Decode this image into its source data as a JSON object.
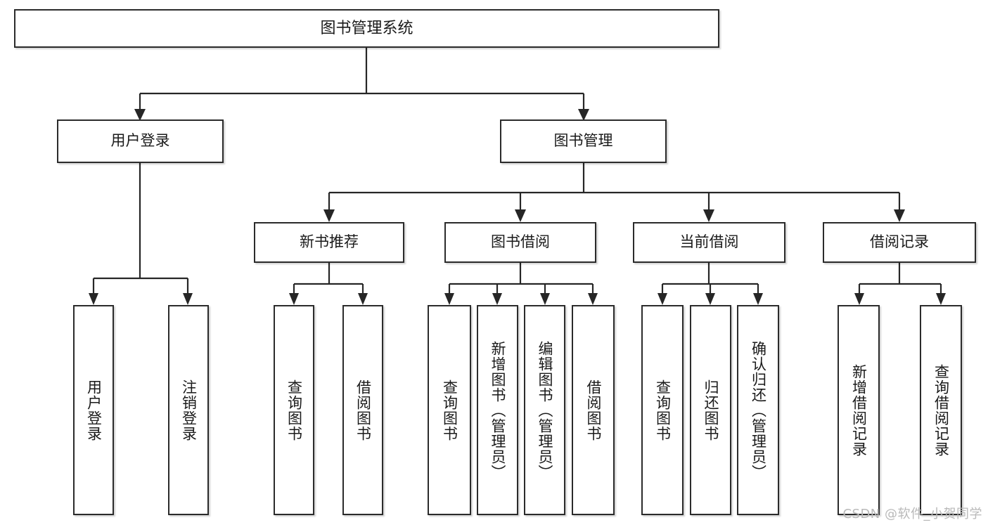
{
  "diagram": {
    "title": "图书管理系统",
    "type": "hierarchy-tree",
    "root": {
      "id": "root",
      "label": "图书管理系统"
    },
    "level2": [
      {
        "id": "user-login",
        "label": "用户登录"
      },
      {
        "id": "book-manage",
        "label": "图书管理"
      }
    ],
    "level3": [
      {
        "id": "new-book-recommend",
        "label": "新书推荐",
        "parent": "book-manage"
      },
      {
        "id": "book-borrow",
        "label": "图书借阅",
        "parent": "book-manage"
      },
      {
        "id": "current-borrow",
        "label": "当前借阅",
        "parent": "book-manage"
      },
      {
        "id": "borrow-record",
        "label": "借阅记录",
        "parent": "book-manage"
      }
    ],
    "leaves": [
      {
        "id": "leaf-user-login",
        "label": "用户登录",
        "parent": "user-login"
      },
      {
        "id": "leaf-user-logout",
        "label": "注销登录",
        "parent": "user-login"
      },
      {
        "id": "leaf-query-book-1",
        "label": "查询图书",
        "parent": "new-book-recommend"
      },
      {
        "id": "leaf-borrow-book-1",
        "label": "借阅图书",
        "parent": "new-book-recommend"
      },
      {
        "id": "leaf-query-book-2",
        "label": "查询图书",
        "parent": "book-borrow"
      },
      {
        "id": "leaf-add-book",
        "label": "新增图书（管理员）",
        "parent": "book-borrow"
      },
      {
        "id": "leaf-edit-book",
        "label": "编辑图书（管理员）",
        "parent": "book-borrow"
      },
      {
        "id": "leaf-borrow-book-2",
        "label": "借阅图书",
        "parent": "book-borrow"
      },
      {
        "id": "leaf-query-book-3",
        "label": "查询图书",
        "parent": "current-borrow"
      },
      {
        "id": "leaf-return-book",
        "label": "归还图书",
        "parent": "current-borrow"
      },
      {
        "id": "leaf-confirm-return",
        "label": "确认归还（管理员）",
        "parent": "current-borrow"
      },
      {
        "id": "leaf-add-record",
        "label": "新增借阅记录",
        "parent": "borrow-record"
      },
      {
        "id": "leaf-query-record",
        "label": "查询借阅记录",
        "parent": "borrow-record"
      }
    ]
  },
  "watermark": {
    "text": "CSDN @软件_小贺同学"
  },
  "colors": {
    "box_border": "#2b2b2b",
    "connector": "#262626",
    "background": "#ffffff",
    "text": "#1a1a1a",
    "watermark": "#b9b9b9"
  }
}
